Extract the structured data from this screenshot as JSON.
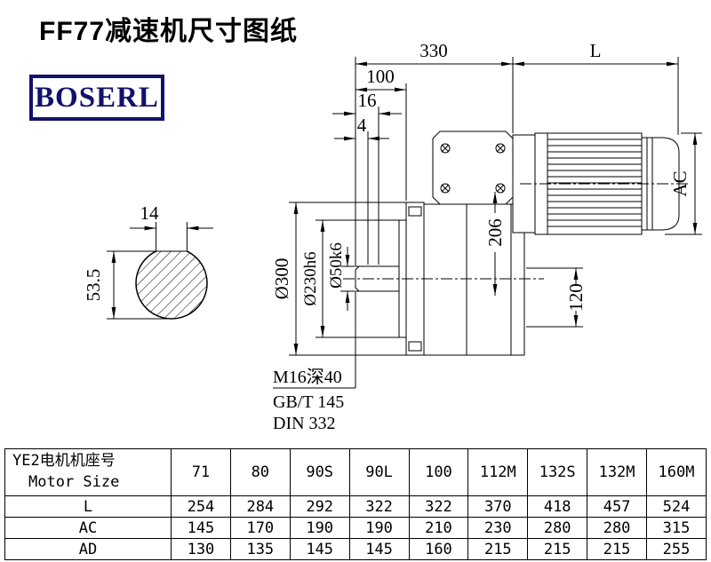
{
  "title": "FF77减速机尺寸图纸",
  "logo_text": "BOSERL",
  "drawing": {
    "dim_330": "330",
    "dim_L": "L",
    "dim_100": "100",
    "dim_16": "16",
    "dim_4": "4",
    "dim_AC": "AC",
    "dim_206": "206",
    "dim_120": "120",
    "dim_flange_od": "Ø300",
    "dim_spigot": "Ø230h6",
    "dim_shaft": "Ø50k6",
    "dim_key_width": "14",
    "dim_key_height": "53.5",
    "note_tap": "M16深40",
    "note_gb": "GB/T 145",
    "note_din": "DIN 332"
  },
  "table": {
    "header_cn": "YE2电机机座号",
    "header_en": "Motor Size",
    "motor_sizes": [
      "71",
      "80",
      "90S",
      "90L",
      "100",
      "112M",
      "132S",
      "132M",
      "160M"
    ],
    "rows": [
      {
        "label": "L",
        "values": [
          "254",
          "284",
          "292",
          "322",
          "322",
          "370",
          "418",
          "457",
          "524"
        ]
      },
      {
        "label": "AC",
        "values": [
          "145",
          "170",
          "190",
          "190",
          "210",
          "230",
          "280",
          "280",
          "315"
        ]
      },
      {
        "label": "AD",
        "values": [
          "130",
          "135",
          "145",
          "145",
          "160",
          "215",
          "215",
          "215",
          "255"
        ]
      }
    ]
  }
}
